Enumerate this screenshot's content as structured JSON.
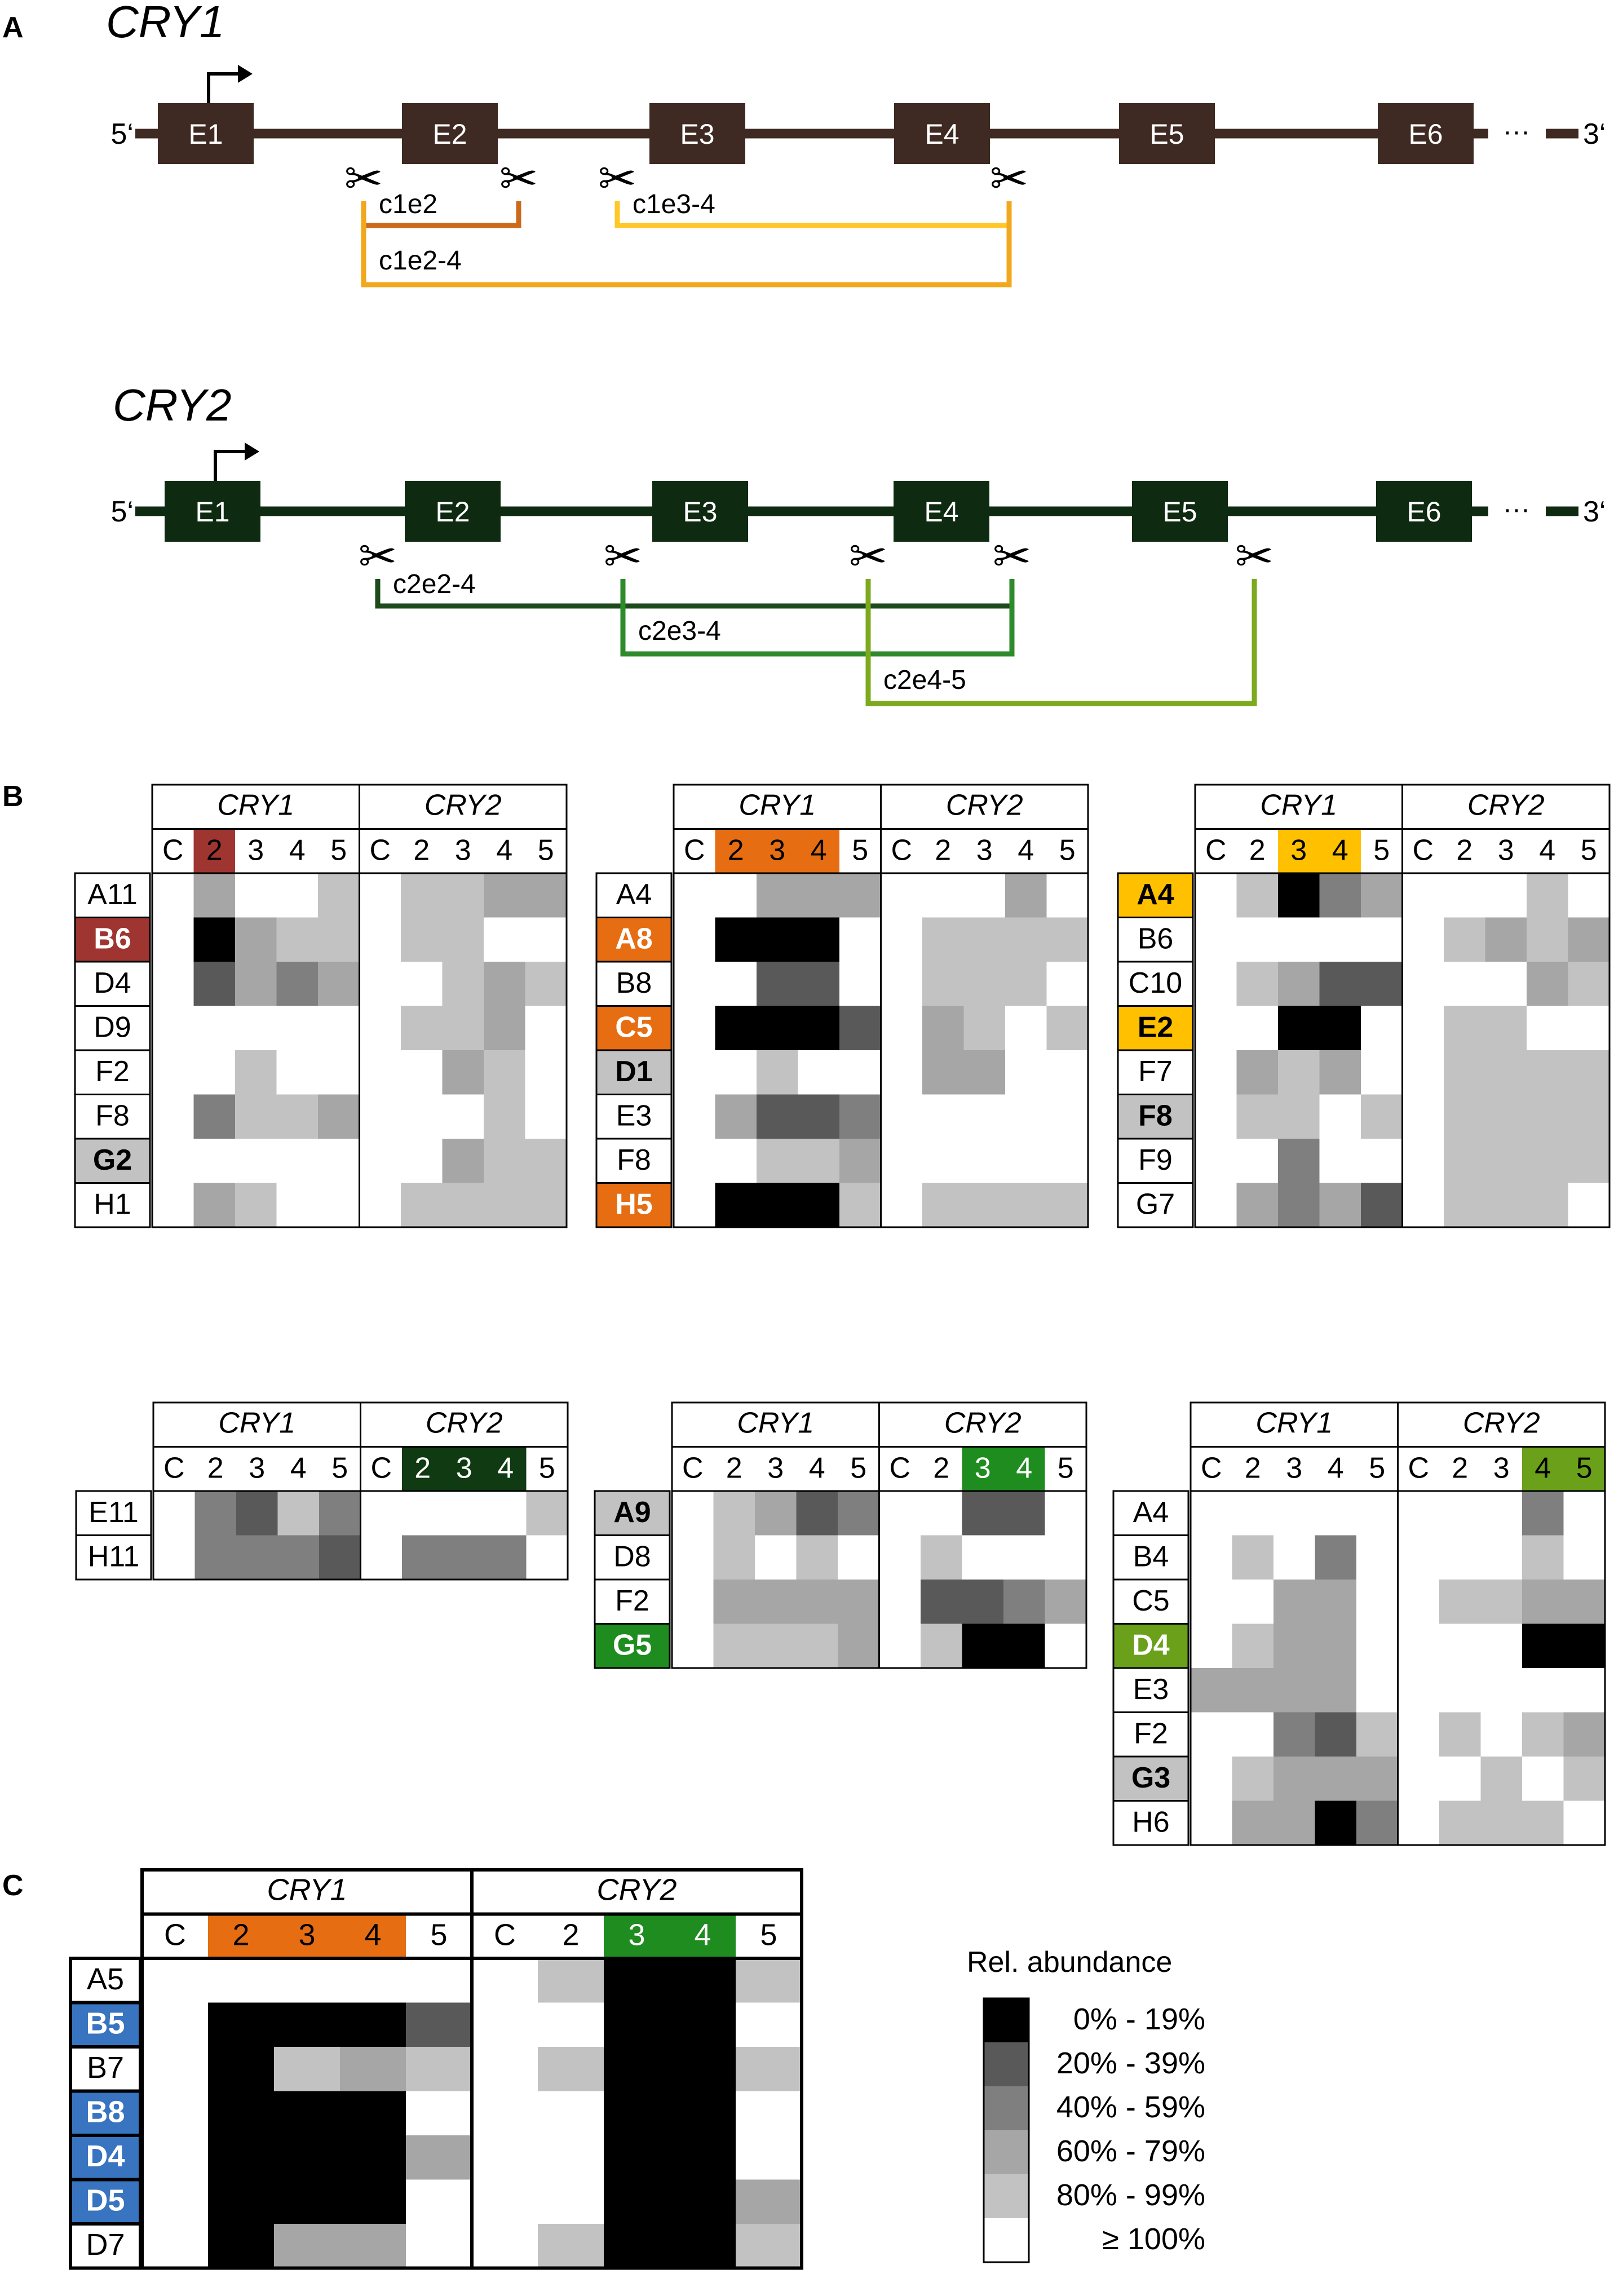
{
  "panel_labels": {
    "a": "A",
    "b": "B",
    "c": "C"
  },
  "gene_schematics": [
    {
      "gene": "CRY1",
      "exons": [
        "E1",
        "E2",
        "E3",
        "E4",
        "E5",
        "E6"
      ],
      "five_prime": "5‘",
      "three_prime": "3‘",
      "ellipsis": "···",
      "color": "#3e2a22",
      "cuts": [
        {
          "label": "c1e2",
          "from_exon_gap": "E1-E2",
          "to_exon_gap": "E2-E3",
          "color": "#cc6a1c"
        },
        {
          "label": "c1e3-4",
          "from_exon_gap": "E2-E3",
          "to_exon_gap": "E4-E5",
          "color": "#ffc727"
        },
        {
          "label": "c1e2-4",
          "from_exon_gap": "E1-E2",
          "to_exon_gap": "E4-E5",
          "color": "#f2a81c"
        }
      ]
    },
    {
      "gene": "CRY2",
      "exons": [
        "E1",
        "E2",
        "E3",
        "E4",
        "E5",
        "E6"
      ],
      "five_prime": "5‘",
      "three_prime": "3‘",
      "ellipsis": "···",
      "color": "#0e2a10",
      "cuts": [
        {
          "label": "c2e2-4",
          "from_exon_gap": "E1-E2",
          "to_exon_gap": "E4-E5",
          "color": "#1b4a1b"
        },
        {
          "label": "c2e3-4",
          "from_exon_gap": "E2-E3",
          "to_exon_gap": "E4-E5",
          "color": "#2e8a2a"
        },
        {
          "label": "c2e4-5",
          "from_exon_gap": "E3-E4",
          "to_exon_gap": "E5-E6",
          "color": "#7ca91e"
        }
      ]
    }
  ],
  "heatmap_columns": [
    "C",
    "2",
    "3",
    "4",
    "5"
  ],
  "gene_headers": [
    "CRY1",
    "CRY2"
  ],
  "legend": {
    "title": "Rel. abundance",
    "items": [
      {
        "label": "0% - 19%",
        "level": 5
      },
      {
        "label": "20% - 39%",
        "level": 4
      },
      {
        "label": "40% - 59%",
        "level": 3
      },
      {
        "label": "60% - 79%",
        "level": 2
      },
      {
        "label": "80% - 99%",
        "level": 1
      },
      {
        "label": "≥ 100%",
        "level": 0
      }
    ]
  },
  "level_colors": [
    "#ffffff",
    "#c2c2c2",
    "#a6a6a6",
    "#7f7f7f",
    "#595959",
    "#000000"
  ],
  "highlight_colors": {
    "red": "#9e3530",
    "orange": "#e66d12",
    "yellow": "#ffc000",
    "darkgreen": "#0f3a12",
    "green": "#1f8c1f",
    "lime": "#6aa01a",
    "gray": "#c2c2c2",
    "blue": "#3874c0"
  },
  "chart_data": [
    {
      "type": "heatmap",
      "panel": "B",
      "id": "b1",
      "header_highlight": {
        "gene": "CRY1",
        "columns": [
          "2"
        ],
        "color": "red"
      },
      "rows": [
        {
          "clone": "A11",
          "hl": null,
          "CRY1": [
            0,
            2,
            0,
            0,
            1
          ],
          "CRY2": [
            0,
            1,
            1,
            2,
            2
          ]
        },
        {
          "clone": "B6",
          "hl": "red",
          "CRY1": [
            0,
            5,
            2,
            1,
            1
          ],
          "CRY2": [
            0,
            1,
            1,
            0,
            0
          ]
        },
        {
          "clone": "D4",
          "hl": null,
          "CRY1": [
            0,
            4,
            2,
            3,
            2
          ],
          "CRY2": [
            0,
            0,
            1,
            2,
            1
          ]
        },
        {
          "clone": "D9",
          "hl": null,
          "CRY1": [
            0,
            0,
            0,
            0,
            0
          ],
          "CRY2": [
            0,
            1,
            1,
            2,
            0
          ]
        },
        {
          "clone": "F2",
          "hl": null,
          "CRY1": [
            0,
            0,
            1,
            0,
            0
          ],
          "CRY2": [
            0,
            0,
            2,
            1,
            0
          ]
        },
        {
          "clone": "F8",
          "hl": null,
          "CRY1": [
            0,
            3,
            1,
            1,
            2
          ],
          "CRY2": [
            0,
            0,
            0,
            1,
            0
          ]
        },
        {
          "clone": "G2",
          "hl": "gray",
          "CRY1": [
            0,
            0,
            0,
            0,
            0
          ],
          "CRY2": [
            0,
            0,
            2,
            1,
            1
          ]
        },
        {
          "clone": "H1",
          "hl": null,
          "CRY1": [
            0,
            2,
            1,
            0,
            0
          ],
          "CRY2": [
            0,
            1,
            1,
            1,
            1
          ]
        }
      ]
    },
    {
      "type": "heatmap",
      "panel": "B",
      "id": "b2",
      "header_highlight": {
        "gene": "CRY1",
        "columns": [
          "2",
          "3",
          "4"
        ],
        "color": "orange"
      },
      "rows": [
        {
          "clone": "A4",
          "hl": null,
          "CRY1": [
            0,
            0,
            2,
            2,
            2
          ],
          "CRY2": [
            0,
            0,
            0,
            2,
            0
          ]
        },
        {
          "clone": "A8",
          "hl": "orange",
          "CRY1": [
            0,
            5,
            5,
            5,
            0
          ],
          "CRY2": [
            0,
            1,
            1,
            1,
            1
          ]
        },
        {
          "clone": "B8",
          "hl": null,
          "CRY1": [
            0,
            0,
            4,
            4,
            0
          ],
          "CRY2": [
            0,
            1,
            1,
            1,
            0
          ]
        },
        {
          "clone": "C5",
          "hl": "orange",
          "CRY1": [
            0,
            5,
            5,
            5,
            4
          ],
          "CRY2": [
            0,
            2,
            1,
            0,
            1
          ]
        },
        {
          "clone": "D1",
          "hl": "gray",
          "CRY1": [
            0,
            0,
            1,
            0,
            0
          ],
          "CRY2": [
            0,
            2,
            2,
            0,
            0
          ]
        },
        {
          "clone": "E3",
          "hl": null,
          "CRY1": [
            0,
            2,
            4,
            4,
            3
          ],
          "CRY2": [
            0,
            0,
            0,
            0,
            0
          ]
        },
        {
          "clone": "F8",
          "hl": null,
          "CRY1": [
            0,
            0,
            1,
            1,
            2
          ],
          "CRY2": [
            0,
            0,
            0,
            0,
            0
          ]
        },
        {
          "clone": "H5",
          "hl": "orange",
          "CRY1": [
            0,
            5,
            5,
            5,
            1
          ],
          "CRY2": [
            0,
            1,
            1,
            1,
            1
          ]
        }
      ]
    },
    {
      "type": "heatmap",
      "panel": "B",
      "id": "b3",
      "header_highlight": {
        "gene": "CRY1",
        "columns": [
          "3",
          "4"
        ],
        "color": "yellow"
      },
      "rows": [
        {
          "clone": "A4",
          "hl": "yellow",
          "CRY1": [
            0,
            1,
            5,
            3,
            2
          ],
          "CRY2": [
            0,
            0,
            0,
            1,
            0
          ]
        },
        {
          "clone": "B6",
          "hl": null,
          "CRY1": [
            0,
            0,
            0,
            0,
            0
          ],
          "CRY2": [
            0,
            1,
            2,
            1,
            2
          ]
        },
        {
          "clone": "C10",
          "hl": null,
          "CRY1": [
            0,
            1,
            2,
            4,
            4
          ],
          "CRY2": [
            0,
            0,
            0,
            2,
            1
          ]
        },
        {
          "clone": "E2",
          "hl": "yellow",
          "CRY1": [
            0,
            0,
            5,
            5,
            0
          ],
          "CRY2": [
            0,
            1,
            1,
            0,
            0
          ]
        },
        {
          "clone": "F7",
          "hl": null,
          "CRY1": [
            0,
            2,
            1,
            2,
            0
          ],
          "CRY2": [
            0,
            1,
            1,
            1,
            1
          ]
        },
        {
          "clone": "F8",
          "hl": "gray",
          "CRY1": [
            0,
            1,
            1,
            0,
            1
          ],
          "CRY2": [
            0,
            1,
            1,
            1,
            1
          ]
        },
        {
          "clone": "F9",
          "hl": null,
          "CRY1": [
            0,
            0,
            3,
            0,
            0
          ],
          "CRY2": [
            0,
            1,
            1,
            1,
            1
          ]
        },
        {
          "clone": "G7",
          "hl": null,
          "CRY1": [
            0,
            2,
            3,
            2,
            4
          ],
          "CRY2": [
            0,
            1,
            1,
            1,
            0
          ]
        }
      ]
    },
    {
      "type": "heatmap",
      "panel": "B",
      "id": "b4",
      "header_highlight": {
        "gene": "CRY2",
        "columns": [
          "2",
          "3",
          "4"
        ],
        "color": "darkgreen"
      },
      "rows": [
        {
          "clone": "E11",
          "hl": null,
          "CRY1": [
            0,
            3,
            4,
            1,
            3
          ],
          "CRY2": [
            0,
            0,
            0,
            0,
            1
          ]
        },
        {
          "clone": "H11",
          "hl": null,
          "CRY1": [
            0,
            3,
            3,
            3,
            4
          ],
          "CRY2": [
            0,
            3,
            3,
            3,
            0
          ]
        }
      ]
    },
    {
      "type": "heatmap",
      "panel": "B",
      "id": "b5",
      "header_highlight": {
        "gene": "CRY2",
        "columns": [
          "3",
          "4"
        ],
        "color": "green"
      },
      "rows": [
        {
          "clone": "A9",
          "hl": "gray",
          "CRY1": [
            0,
            1,
            2,
            4,
            3
          ],
          "CRY2": [
            0,
            0,
            4,
            4,
            0
          ]
        },
        {
          "clone": "D8",
          "hl": null,
          "CRY1": [
            0,
            1,
            0,
            1,
            0
          ],
          "CRY2": [
            0,
            1,
            0,
            0,
            0
          ]
        },
        {
          "clone": "F2",
          "hl": null,
          "CRY1": [
            0,
            2,
            2,
            2,
            2
          ],
          "CRY2": [
            0,
            4,
            4,
            3,
            2
          ]
        },
        {
          "clone": "G5",
          "hl": "green",
          "CRY1": [
            0,
            1,
            1,
            1,
            2
          ],
          "CRY2": [
            0,
            1,
            5,
            5,
            0
          ]
        }
      ]
    },
    {
      "type": "heatmap",
      "panel": "B",
      "id": "b6",
      "header_highlight": {
        "gene": "CRY2",
        "columns": [
          "4",
          "5"
        ],
        "color": "lime"
      },
      "rows": [
        {
          "clone": "A4",
          "hl": null,
          "CRY1": [
            0,
            0,
            0,
            0,
            0
          ],
          "CRY2": [
            0,
            0,
            0,
            3,
            0
          ]
        },
        {
          "clone": "B4",
          "hl": null,
          "CRY1": [
            0,
            1,
            0,
            3,
            0
          ],
          "CRY2": [
            0,
            0,
            0,
            1,
            0
          ]
        },
        {
          "clone": "C5",
          "hl": null,
          "CRY1": [
            0,
            0,
            2,
            2,
            0
          ],
          "CRY2": [
            0,
            1,
            1,
            2,
            2
          ]
        },
        {
          "clone": "D4",
          "hl": "lime",
          "CRY1": [
            0,
            1,
            2,
            2,
            0
          ],
          "CRY2": [
            0,
            0,
            0,
            5,
            5
          ]
        },
        {
          "clone": "E3",
          "hl": null,
          "CRY1": [
            2,
            2,
            2,
            2,
            0
          ],
          "CRY2": [
            0,
            0,
            0,
            0,
            0
          ]
        },
        {
          "clone": "F2",
          "hl": null,
          "CRY1": [
            0,
            0,
            3,
            4,
            1
          ],
          "CRY2": [
            0,
            1,
            0,
            1,
            2
          ]
        },
        {
          "clone": "G3",
          "hl": "gray",
          "CRY1": [
            0,
            1,
            2,
            2,
            2
          ],
          "CRY2": [
            0,
            0,
            1,
            0,
            1
          ]
        },
        {
          "clone": "H6",
          "hl": null,
          "CRY1": [
            0,
            2,
            2,
            5,
            3
          ],
          "CRY2": [
            0,
            1,
            1,
            1,
            0
          ]
        }
      ]
    },
    {
      "type": "heatmap",
      "panel": "C",
      "id": "c",
      "header_highlights": [
        {
          "gene": "CRY1",
          "columns": [
            "2",
            "3",
            "4"
          ],
          "color": "orange"
        },
        {
          "gene": "CRY2",
          "columns": [
            "3",
            "4"
          ],
          "color": "green"
        }
      ],
      "rows": [
        {
          "clone": "A5",
          "hl": null,
          "CRY1": [
            0,
            0,
            0,
            0,
            0
          ],
          "CRY2": [
            0,
            1,
            5,
            5,
            1
          ]
        },
        {
          "clone": "B5",
          "hl": "blue",
          "CRY1": [
            0,
            5,
            5,
            5,
            4
          ],
          "CRY2": [
            0,
            0,
            5,
            5,
            0
          ]
        },
        {
          "clone": "B7",
          "hl": null,
          "CRY1": [
            0,
            5,
            1,
            2,
            1
          ],
          "CRY2": [
            0,
            1,
            5,
            5,
            1
          ]
        },
        {
          "clone": "B8",
          "hl": "blue",
          "CRY1": [
            0,
            5,
            5,
            5,
            0
          ],
          "CRY2": [
            0,
            0,
            5,
            5,
            0
          ]
        },
        {
          "clone": "D4",
          "hl": "blue",
          "CRY1": [
            0,
            5,
            5,
            5,
            2
          ],
          "CRY2": [
            0,
            0,
            5,
            5,
            0
          ]
        },
        {
          "clone": "D5",
          "hl": "blue",
          "CRY1": [
            0,
            5,
            5,
            5,
            0
          ],
          "CRY2": [
            0,
            0,
            5,
            5,
            2
          ]
        },
        {
          "clone": "D7",
          "hl": null,
          "CRY1": [
            0,
            5,
            2,
            2,
            0
          ],
          "CRY2": [
            0,
            1,
            5,
            5,
            1
          ]
        }
      ]
    }
  ]
}
